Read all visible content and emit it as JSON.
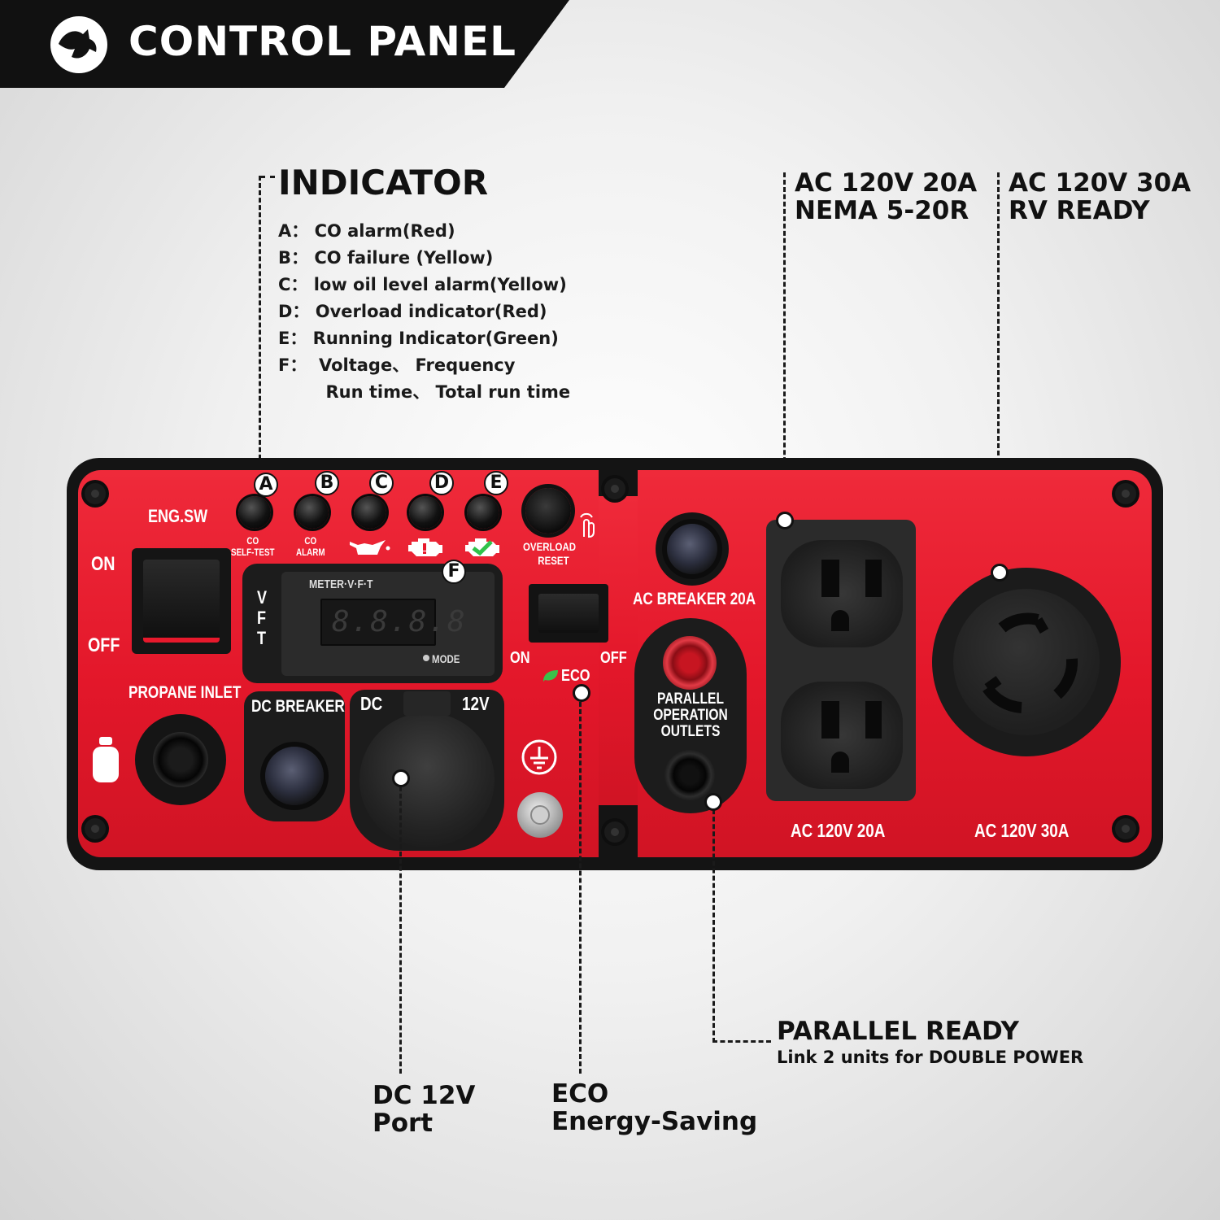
{
  "header": {
    "title": "CONTROL PANEL"
  },
  "indicator": {
    "heading": "INDICATOR",
    "items": [
      "A：  CO alarm(Red)",
      "B：  CO failure (Yellow)",
      "C：  low oil level alarm(Yellow)",
      "D：  Overload indicator(Red)",
      "E：  Running Indicator(Green)",
      "F：  Voltage、 Frequency",
      "        Run time、 Total run time"
    ]
  },
  "callouts": {
    "ac20_line1": "AC 120V 20A",
    "ac20_line2": "NEMA 5-20R",
    "ac30_line1": "AC 120V 30A",
    "ac30_line2": "RV READY",
    "parallel_title": "PARALLEL READY",
    "parallel_sub": "Link 2 units for DOUBLE POWER",
    "dc_line1": "DC 12V",
    "dc_line2": "Port",
    "eco_line1": "ECO",
    "eco_line2": "Energy-Saving"
  },
  "panel": {
    "eng_sw": "ENG.SW",
    "on": "ON",
    "off": "OFF",
    "led_letters": [
      "A",
      "B",
      "C",
      "D",
      "E"
    ],
    "co_self_test_1": "CO",
    "co_self_test_2": "SELF-TEST",
    "co_alarm_1": "CO",
    "co_alarm_2": "ALARM",
    "overload_1": "OVERLOAD",
    "overload_2": "RESET",
    "meter_badge": "F",
    "meter_title": "METER·V·F·T",
    "meter_vft": [
      "V",
      "F",
      "T"
    ],
    "meter_display": "8.8.8.8",
    "meter_mode": "MODE",
    "eco_on": "ON",
    "eco_off": "OFF",
    "eco_label": "ECO",
    "propane_inlet": "PROPANE INLET",
    "dc_breaker": "DC BREAKER",
    "dc": "DC",
    "dc_12v": "12V",
    "ac_breaker": "AC BREAKER 20A",
    "parallel_1": "PARALLEL",
    "parallel_2": "OPERATION",
    "parallel_3": "OUTLETS",
    "ac20_label": "AC 120V 20A",
    "ac30_label": "AC 120V 30A"
  },
  "colors": {
    "panel_red": "#e8192c",
    "panel_black": "#141414",
    "led_green": "#2fc24a"
  },
  "icons": [
    "oil-can-icon",
    "engine-warning-icon",
    "engine-ok-icon",
    "gas-tank-icon",
    "ground-icon",
    "leaf-icon",
    "touch-icon"
  ]
}
